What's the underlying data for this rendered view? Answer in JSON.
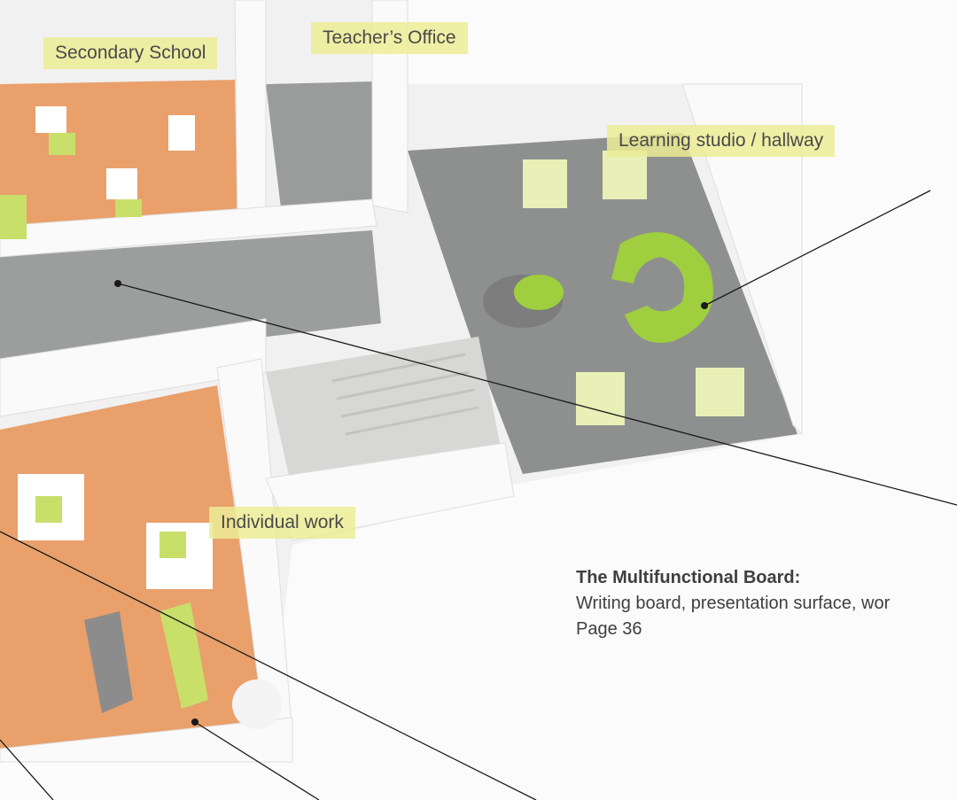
{
  "labels": {
    "secondary_school": "Secondary School",
    "teachers_office": "Teacher’s Office",
    "learning_studio": "Learning studio / hallway",
    "individual_work": "Individual work"
  },
  "caption": {
    "title": "The Multifunctional Board:",
    "description": "Writing board, presentation surface, wor",
    "page": "Page 36"
  },
  "colors": {
    "floor_orange": "#e9a06a",
    "floor_grey": "#8e8f8f",
    "accent_green": "#a8c94a",
    "label_yellow": "#ecec96"
  }
}
